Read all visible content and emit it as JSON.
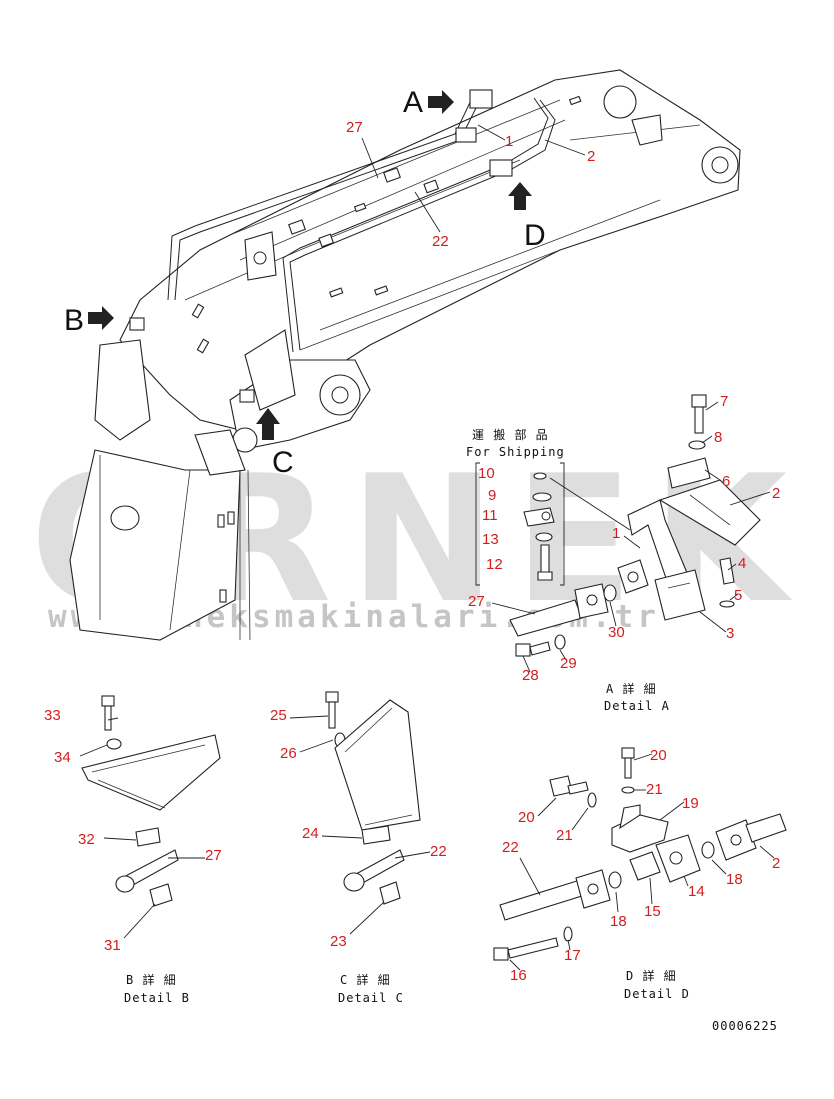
{
  "diagram": {
    "view_letters": {
      "a": "A",
      "b": "B",
      "c": "C",
      "d": "D"
    },
    "shipping_label_jp": "運 搬 部 品",
    "shipping_label_en": "For Shipping",
    "details": [
      {
        "jp": "A 詳 細",
        "en": "Detail A"
      },
      {
        "jp": "B 詳 細",
        "en": "Detail B"
      },
      {
        "jp": "C 詳 細",
        "en": "Detail C"
      },
      {
        "jp": "D 詳 細",
        "en": "Detail D"
      }
    ],
    "drawing_number": "00006225",
    "part_numbers": {
      "main_27": "27",
      "main_1": "1",
      "main_2": "2",
      "main_22": "22",
      "sh_10": "10",
      "sh_9": "9",
      "sh_11": "11",
      "sh_13": "13",
      "sh_12": "12",
      "a_7": "7",
      "a_8": "8",
      "a_6": "6",
      "a_2": "2",
      "a_1": "1",
      "a_4": "4",
      "a_5": "5",
      "a_3": "3",
      "a_27": "27",
      "a_30": "30",
      "a_29": "29",
      "a_28": "28",
      "b_33": "33",
      "b_34": "34",
      "b_32": "32",
      "b_27": "27",
      "b_31": "31",
      "c_25": "25",
      "c_26": "26",
      "c_24": "24",
      "c_22": "22",
      "c_23": "23",
      "d_20a": "20",
      "d_21a": "21",
      "d_19": "19",
      "d_20b": "20",
      "d_21b": "21",
      "d_22": "22",
      "d_2": "2",
      "d_18a": "18",
      "d_14": "14",
      "d_15": "15",
      "d_18b": "18",
      "d_17": "17",
      "d_16": "16"
    }
  },
  "watermark": {
    "brand": "ORNEK",
    "url": "www.orneksmakinalari.com.tr"
  }
}
